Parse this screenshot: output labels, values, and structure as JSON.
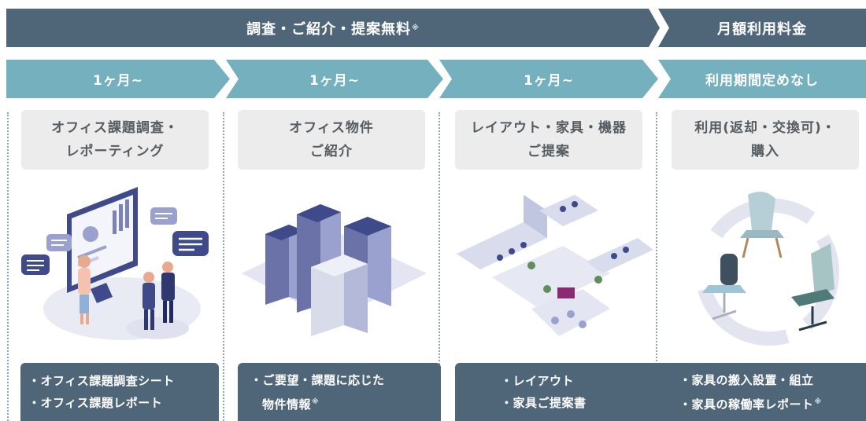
{
  "top_row": {
    "free_label": "調査・ご紹介・提案無料",
    "free_note_mark": "※",
    "monthly_label": "月額利用料金"
  },
  "duration_row": [
    "1ヶ月~",
    "1ヶ月~",
    "1ヶ月~",
    "利用期間定めなし"
  ],
  "steps": [
    {
      "title_lines": [
        "オフィス課題調査・",
        "レポーティング"
      ],
      "illustration": "office-survey-illustration",
      "bullets": [
        {
          "text": "・オフィス課題調査シート",
          "note": ""
        },
        {
          "text": "・オフィス課題レポート",
          "note": ""
        }
      ]
    },
    {
      "title_lines": [
        "オフィス物件",
        "ご紹介"
      ],
      "illustration": "office-buildings-illustration",
      "bullets": [
        {
          "text": "・ご要望・課題に応じた",
          "note": ""
        },
        {
          "text": "物件情報",
          "note": "※"
        }
      ]
    },
    {
      "title_lines": [
        "レイアウト・家具・機器",
        "ご提案"
      ],
      "illustration": "office-layout-illustration",
      "bullets": [
        {
          "text": "・レイアウト",
          "note": ""
        },
        {
          "text": "・家具ご提案書",
          "note": ""
        }
      ]
    },
    {
      "title_lines": [
        "利用(返却・交換可)・",
        "購入"
      ],
      "illustration": "chairs-cycle-illustration",
      "bullets": [
        {
          "text": "・家具の搬入設置・組立",
          "note": ""
        },
        {
          "text": "・家具の稼働率レポート",
          "note": "※"
        }
      ]
    }
  ],
  "colors": {
    "dark_bar": "#4f6578",
    "light_bar": "#74b0bd",
    "title_bg": "#ececec",
    "accent": "#7a82b8"
  }
}
